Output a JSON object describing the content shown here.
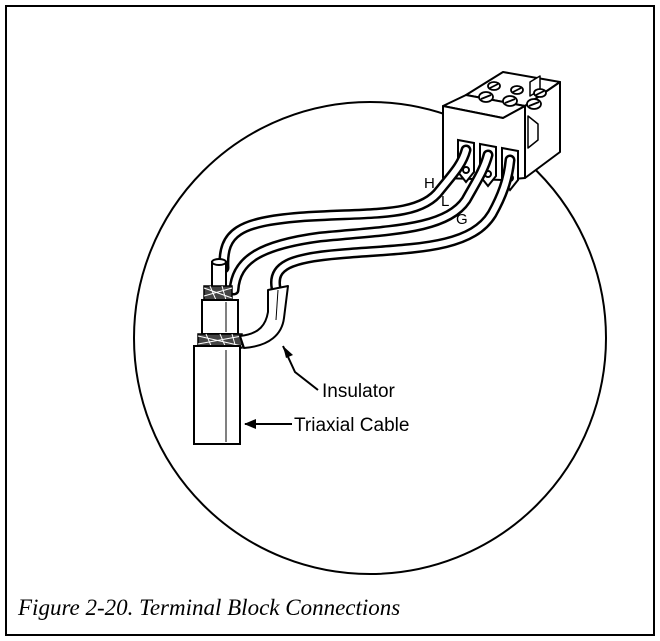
{
  "figure": {
    "caption": "Figure 2-20. Terminal Block Connections"
  },
  "wire_labels": {
    "h": "H",
    "l": "L",
    "g": "G"
  },
  "callouts": {
    "insulator": "Insulator",
    "triaxial_cable": "Triaxial Cable"
  }
}
